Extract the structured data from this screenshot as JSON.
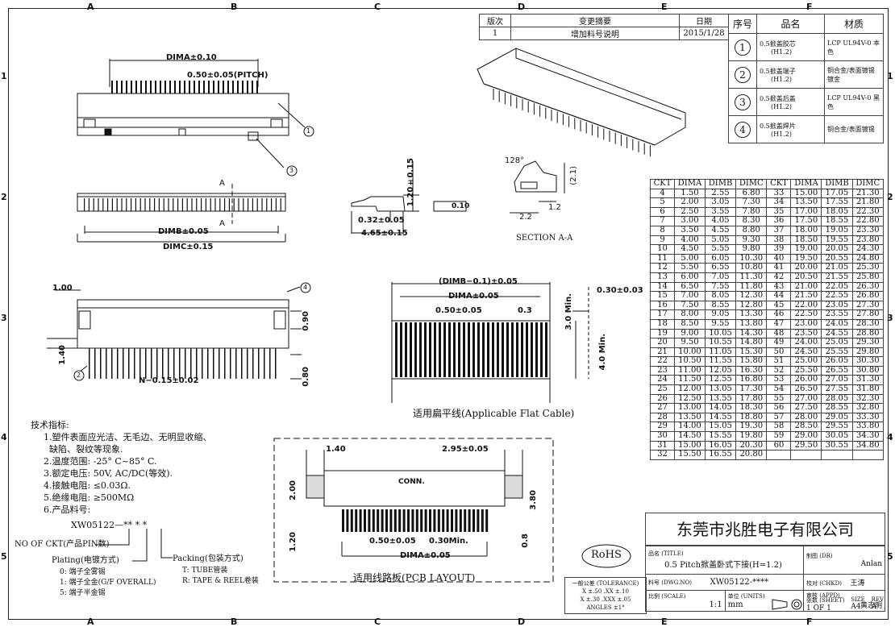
{
  "zones_top": [
    "A",
    "B",
    "C",
    "D",
    "E",
    "F"
  ],
  "zones_side": [
    "1",
    "2",
    "3",
    "4",
    "5"
  ],
  "revision": {
    "headers": [
      "版次",
      "变更摘要",
      "日期"
    ],
    "rows": [
      [
        "1",
        "增加料号说明",
        "2015/1/28"
      ]
    ]
  },
  "materials": {
    "headers": [
      "序号",
      "品名",
      "材质"
    ],
    "rows": [
      {
        "no": "1",
        "name": "0.5掀盖胶芯",
        "ver": "(H1.2)",
        "material": "LCP UL94V-0 本色"
      },
      {
        "no": "2",
        "name": "0.5掀盖端子",
        "ver": "(H1.2)",
        "material": "铜合金/表面镀锡镀金"
      },
      {
        "no": "3",
        "name": "0.5掀盖后盖",
        "ver": "(H1.2)",
        "material": "LCP UL94V-0 黑色"
      },
      {
        "no": "4",
        "name": "0.5掀盖焊片",
        "ver": "(H1.2)",
        "material": "铜合金/表面镀锡"
      }
    ]
  },
  "dim_table": {
    "headers": [
      "CKT",
      "DIMA",
      "DIMB",
      "DIMC",
      "CKT",
      "DIMA",
      "DIMB",
      "DIMC"
    ],
    "rows": [
      [
        "4",
        "1.50",
        "2.55",
        "6.80",
        "33",
        "15.00",
        "17.05",
        "21.30"
      ],
      [
        "5",
        "2.00",
        "3.05",
        "7.30",
        "34",
        "13.50",
        "17.55",
        "21.80"
      ],
      [
        "6",
        "2.50",
        "3.55",
        "7.80",
        "35",
        "17.00",
        "18.05",
        "22.30"
      ],
      [
        "7",
        "3.00",
        "4.05",
        "8.30",
        "36",
        "17.50",
        "18.55",
        "22.80"
      ],
      [
        "8",
        "3.50",
        "4.55",
        "8.80",
        "37",
        "18.00",
        "19.05",
        "23.30"
      ],
      [
        "9",
        "4.00",
        "5.05",
        "9.30",
        "38",
        "18.50",
        "19.55",
        "23.80"
      ],
      [
        "10",
        "4.50",
        "5.55",
        "9.80",
        "39",
        "19.00",
        "20.05",
        "24.30"
      ],
      [
        "11",
        "5.00",
        "6.05",
        "10.30",
        "40",
        "19.50",
        "20.55",
        "24.80"
      ],
      [
        "12",
        "5.50",
        "6.55",
        "10.80",
        "41",
        "20.00",
        "21.05",
        "25.30"
      ],
      [
        "13",
        "6.00",
        "7.05",
        "11.30",
        "42",
        "20.50",
        "21.55",
        "25.80"
      ],
      [
        "14",
        "6.50",
        "7.55",
        "11.80",
        "43",
        "21.00",
        "22.05",
        "26.30"
      ],
      [
        "15",
        "7.00",
        "8.05",
        "12.30",
        "44",
        "21.50",
        "22.55",
        "26.80"
      ],
      [
        "16",
        "7.50",
        "8.55",
        "12.80",
        "45",
        "22.00",
        "23.05",
        "27.30"
      ],
      [
        "17",
        "8.00",
        "9.05",
        "13.30",
        "46",
        "22.50",
        "23.55",
        "27.80"
      ],
      [
        "18",
        "8.50",
        "9.55",
        "13.80",
        "47",
        "23.00",
        "24.05",
        "28.30"
      ],
      [
        "19",
        "9.00",
        "10.05",
        "14.30",
        "48",
        "23.50",
        "24.55",
        "28.80"
      ],
      [
        "20",
        "9.50",
        "10.55",
        "14.80",
        "49",
        "24.00",
        "25.05",
        "29.30"
      ],
      [
        "21",
        "10.00",
        "11.05",
        "15.30",
        "50",
        "24.50",
        "25.55",
        "29.80"
      ],
      [
        "22",
        "10.50",
        "11.55",
        "15.80",
        "51",
        "25.00",
        "26.05",
        "30.30"
      ],
      [
        "23",
        "11.00",
        "12.05",
        "16.30",
        "52",
        "25.50",
        "26.55",
        "30.80"
      ],
      [
        "24",
        "11.50",
        "12.55",
        "16.80",
        "53",
        "26.00",
        "27.05",
        "31.30"
      ],
      [
        "25",
        "12.00",
        "13.05",
        "17.30",
        "54",
        "26.50",
        "27.55",
        "31.80"
      ],
      [
        "26",
        "12.50",
        "13.55",
        "17.80",
        "55",
        "27.00",
        "28.05",
        "32.30"
      ],
      [
        "27",
        "13.00",
        "14.05",
        "18.30",
        "56",
        "27.50",
        "28.55",
        "32.80"
      ],
      [
        "28",
        "13.50",
        "14.55",
        "18.80",
        "57",
        "28.00",
        "29.05",
        "33.30"
      ],
      [
        "29",
        "14.00",
        "15.05",
        "19.30",
        "58",
        "28.50",
        "29.55",
        "33.80"
      ],
      [
        "30",
        "14.50",
        "15.55",
        "19.80",
        "59",
        "29.00",
        "30.05",
        "34.30"
      ],
      [
        "31",
        "15.00",
        "16.05",
        "20.30",
        "60",
        "29.50",
        "30.55",
        "34.80"
      ],
      [
        "32",
        "15.50",
        "16.55",
        "20.80",
        "",
        "",
        "",
        ""
      ]
    ]
  },
  "notes": {
    "title": "技术指标:",
    "items": [
      "1.塑件表面应光洁、无毛边、无明显收缩、",
      "  缺陷、裂纹等现象.",
      "2.温度范围: -25° C~85° C.",
      "3.额定电压: 50V, AC/DC(等效).",
      "4.接触电阻: ≤0.03Ω.",
      "5.绝缘电阻: ≥500MΩ",
      "6.产品料号:"
    ],
    "part_code": "XW05122—** * *",
    "no_of_ckt": "NO OF CKT(产品PIN数)",
    "plating_title": "Plating(电镀方式)",
    "plating": [
      "0: 端子全雾锡",
      "1: 端子全金(G/F OVERALL)",
      "5: 端子半金锡"
    ],
    "packing_title": "Packing(包装方式)",
    "packing": [
      "T: TUBE管装",
      "R: TAPE & REEL卷装"
    ]
  },
  "dims": {
    "dima_010": "DIMA±0.10",
    "pitch": "0.50±0.05(PITCH)",
    "dimb": "DIMB±0.05",
    "dimc": "DIMC±0.15",
    "a": "A",
    "h120": "1.20±0.15",
    "t032": "0.32±0.05",
    "t465": "4.65±0.15",
    "flat": "0.10",
    "ang": "128°",
    "d21": "(2.1)",
    "d22": "2.2",
    "d12": "1.2",
    "section": "SECTION A-A",
    "d100": "1.00",
    "d090": "0.90",
    "d140": "1.40",
    "d080": "0.80",
    "n015": "N−0.15±0.02",
    "cable_top": "(DIMB−0.1)±0.05",
    "cable_dima": "DIMA±0.05",
    "cable_p": "0.50±0.05",
    "cable_03": "0.3",
    "cable_30": "3.0 Min.",
    "cable_40": "4.0 Min.",
    "cable_t": "0.30±0.03",
    "pcb_140": "1.40",
    "pcb_295": "2.95±0.05",
    "pcb_conn": "CONN.",
    "pcb_200": "2.00",
    "pcb_380": "3.80",
    "pcb_120": "1.20",
    "pcb_08": "0.8",
    "pcb_p": "0.50±0.05",
    "pcb_min": "0.30Min.",
    "pcb_dima": "DIMA±0.05",
    "c1": "1",
    "c2": "2",
    "c3": "3",
    "c4": "4"
  },
  "captions": {
    "cable": "适用扁平线(Applicable Flat Cable)",
    "pcb": "适用线路板(PCB LAYOUT)"
  },
  "title_block": {
    "company": "东莞市兆胜电子有限公司",
    "rohs": "RoHS",
    "title_label": "品名 (TITLE)",
    "title": "0.5 Pitch掀盖卧式下接(H=1.2)",
    "dwg_label": "料号 (DWG.NO)",
    "dwg": "XW05122-****",
    "tol_title": "一般公差 (TOLERANCE)",
    "tol": [
      "X ±.50   .XX ±.10",
      "X ±.30   .XXX ±.05",
      "ANGLES   ±1°"
    ],
    "scale_label": "比例 (SCALE)",
    "scale": "1:1",
    "units_label": "单位 (UNITS)",
    "units": "mm",
    "dr_label": "制图 (DR)",
    "dr": "Anlan",
    "chkd_label": "校对 (CHKD)",
    "chkd": "王涛",
    "appd_label": "审核 (APPD)",
    "appd": "黄志明",
    "sheet_label": "张数 (SHEET)",
    "sheet": "1 OF 1",
    "size_label": "SIZE",
    "size": "A4",
    "rev_label": "REV",
    "rev": "A"
  }
}
